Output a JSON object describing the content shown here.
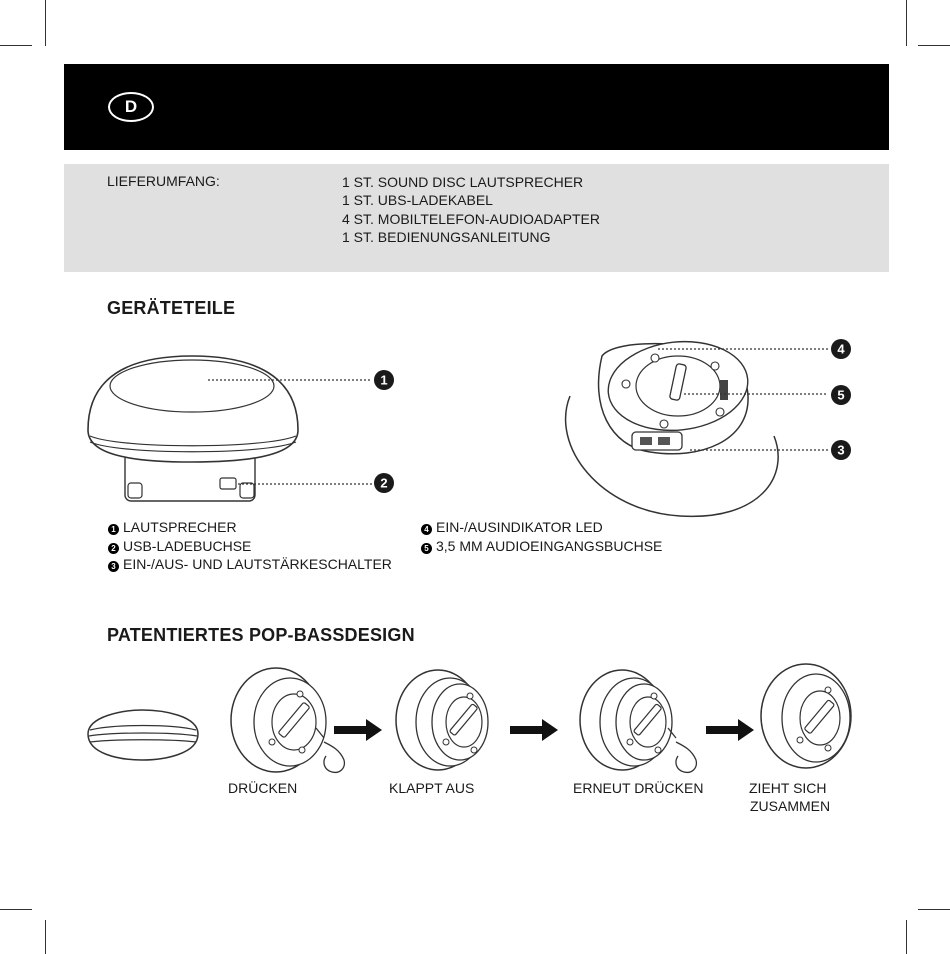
{
  "header": {
    "language_badge": "D"
  },
  "package_contents": {
    "label": "LIEFERUMFANG:",
    "items": [
      "1 ST. SOUND DISC LAUTSPRECHER",
      "1 ST. UBS-LADEKABEL",
      "4 ST. MOBILTELEFON-AUDIOADAPTER",
      "1 ST. BEDIENUNGSANLEITUNG"
    ]
  },
  "parts_section": {
    "title": "GERÄTETEILE",
    "callouts": [
      "1",
      "2",
      "3",
      "4",
      "5"
    ],
    "parts_left": [
      {
        "num": "1",
        "label": "LAUTSPRECHER"
      },
      {
        "num": "2",
        "label": "USB-LADEBUCHSE"
      },
      {
        "num": "3",
        "label": "EIN-/AUS- UND LAUTSTÄRKESCHALTER"
      }
    ],
    "parts_right": [
      {
        "num": "4",
        "label": "EIN-/AUSINDIKATOR LED"
      },
      {
        "num": "5",
        "label": "3,5 MM AUDIOEINGANGSBUCHSE"
      }
    ]
  },
  "pop_bass_section": {
    "title": "PATENTIERTES POP-BASSDESIGN",
    "steps": [
      "DRÜCKEN",
      "KLAPPT AUS",
      "ERNEUT DRÜCKEN",
      "ZIEHT SICH",
      "ZUSAMMEN"
    ]
  }
}
